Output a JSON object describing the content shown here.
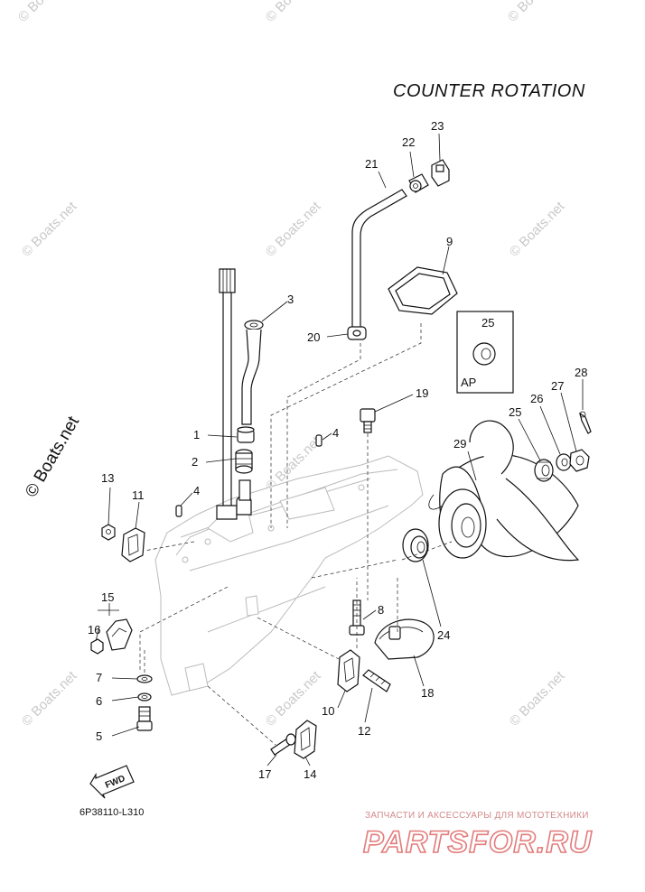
{
  "title": "COUNTER ROTATION",
  "diagram_code": "6P38110-L310",
  "fwd_badge": "FWD",
  "ap_box": {
    "label": "AP",
    "part": "25"
  },
  "watermark": "© Boats.net",
  "watermark_side": "© Boats.net",
  "promo": {
    "top_text": "ЗАПЧАСТИ И АКСЕССУАРЫ ДЛЯ МОТОТЕХНИКИ",
    "brand": "PARTSFOR.RU"
  },
  "callouts": [
    "1",
    "2",
    "3",
    "4",
    "4",
    "5",
    "6",
    "7",
    "8",
    "9",
    "10",
    "11",
    "12",
    "13",
    "14",
    "15",
    "16",
    "17",
    "18",
    "19",
    "20",
    "21",
    "22",
    "23",
    "24",
    "25",
    "26",
    "27",
    "28",
    "29"
  ],
  "colors": {
    "line": "#111111",
    "watermark": "#c9c9c9",
    "brand": "#e27b7b"
  }
}
